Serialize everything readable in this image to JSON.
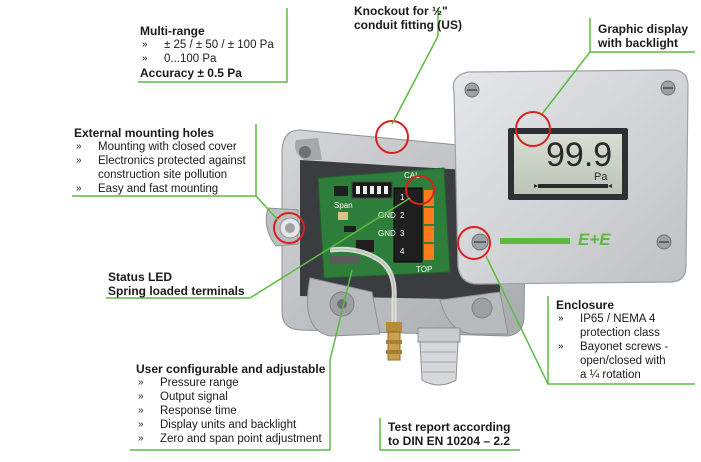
{
  "colors": {
    "leader": "#5cbb3f",
    "highlight_ring": "#d92020",
    "enclosure": "#c9cbcd",
    "pcb": "#2f7d3a",
    "lcd": "#c9d2c4",
    "brand": "#5cbb3f"
  },
  "callouts": {
    "multi_range": {
      "title": "Multi-range",
      "items": [
        "± 25 / ± 50 / ± 100 Pa",
        "0...100 Pa"
      ],
      "accuracy": "Accuracy ± 0.5 Pa"
    },
    "knockout": {
      "title_line1": "Knockout for ½\"",
      "title_line2": "conduit fitting (US)"
    },
    "graphic_display": {
      "title_line1": "Graphic display",
      "title_line2": "with backlight"
    },
    "mounting": {
      "title": "External mounting holes",
      "items": [
        "Mounting with closed cover",
        "Electronics protected against",
        "construction site pollution",
        "Easy and fast mounting"
      ]
    },
    "status_led": {
      "line1": "Status LED",
      "line2": "Spring loaded terminals"
    },
    "enclosure": {
      "title": "Enclosure",
      "items": [
        "IP65 / NEMA 4",
        "protection class",
        "Bayonet screws -",
        "open/closed with",
        "a ¼ rotation"
      ]
    },
    "configurable": {
      "title": "User configurable and adjustable",
      "items": [
        "Pressure range",
        "Output signal",
        "Response time",
        "Display units and backlight",
        "Zero and span point adjustment"
      ]
    },
    "test_report": {
      "line1": "Test report according",
      "line2": "to DIN EN 10204 – 2.2"
    }
  },
  "device": {
    "display_value": "99.9",
    "display_unit": "Pa",
    "brand_logo": "E+E",
    "pcb_labels": [
      "CAL",
      "GND",
      "GND",
      "TOP",
      "Span"
    ],
    "terminal_numbers": [
      "1",
      "2",
      "3",
      "4"
    ]
  }
}
